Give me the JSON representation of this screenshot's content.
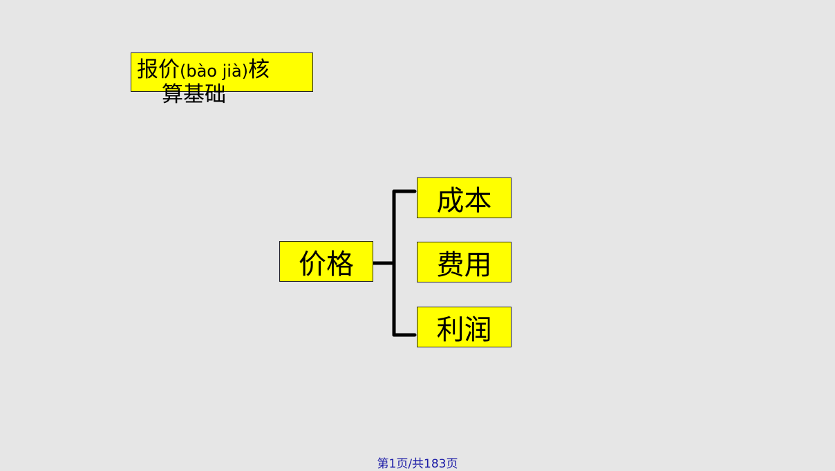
{
  "title": {
    "prefix": "报价",
    "pinyin": "(bào jià)",
    "suffix": "核",
    "line2": "算基础"
  },
  "diagram": {
    "root": "价格",
    "children": [
      "成本",
      "费用",
      "利润"
    ]
  },
  "footer": {
    "page_text": "第1页/共183页"
  },
  "colors": {
    "box_fill": "#ffff00",
    "background": "#e6e6e6",
    "connector": "#000000",
    "footer_text": "#1a1aa6"
  }
}
